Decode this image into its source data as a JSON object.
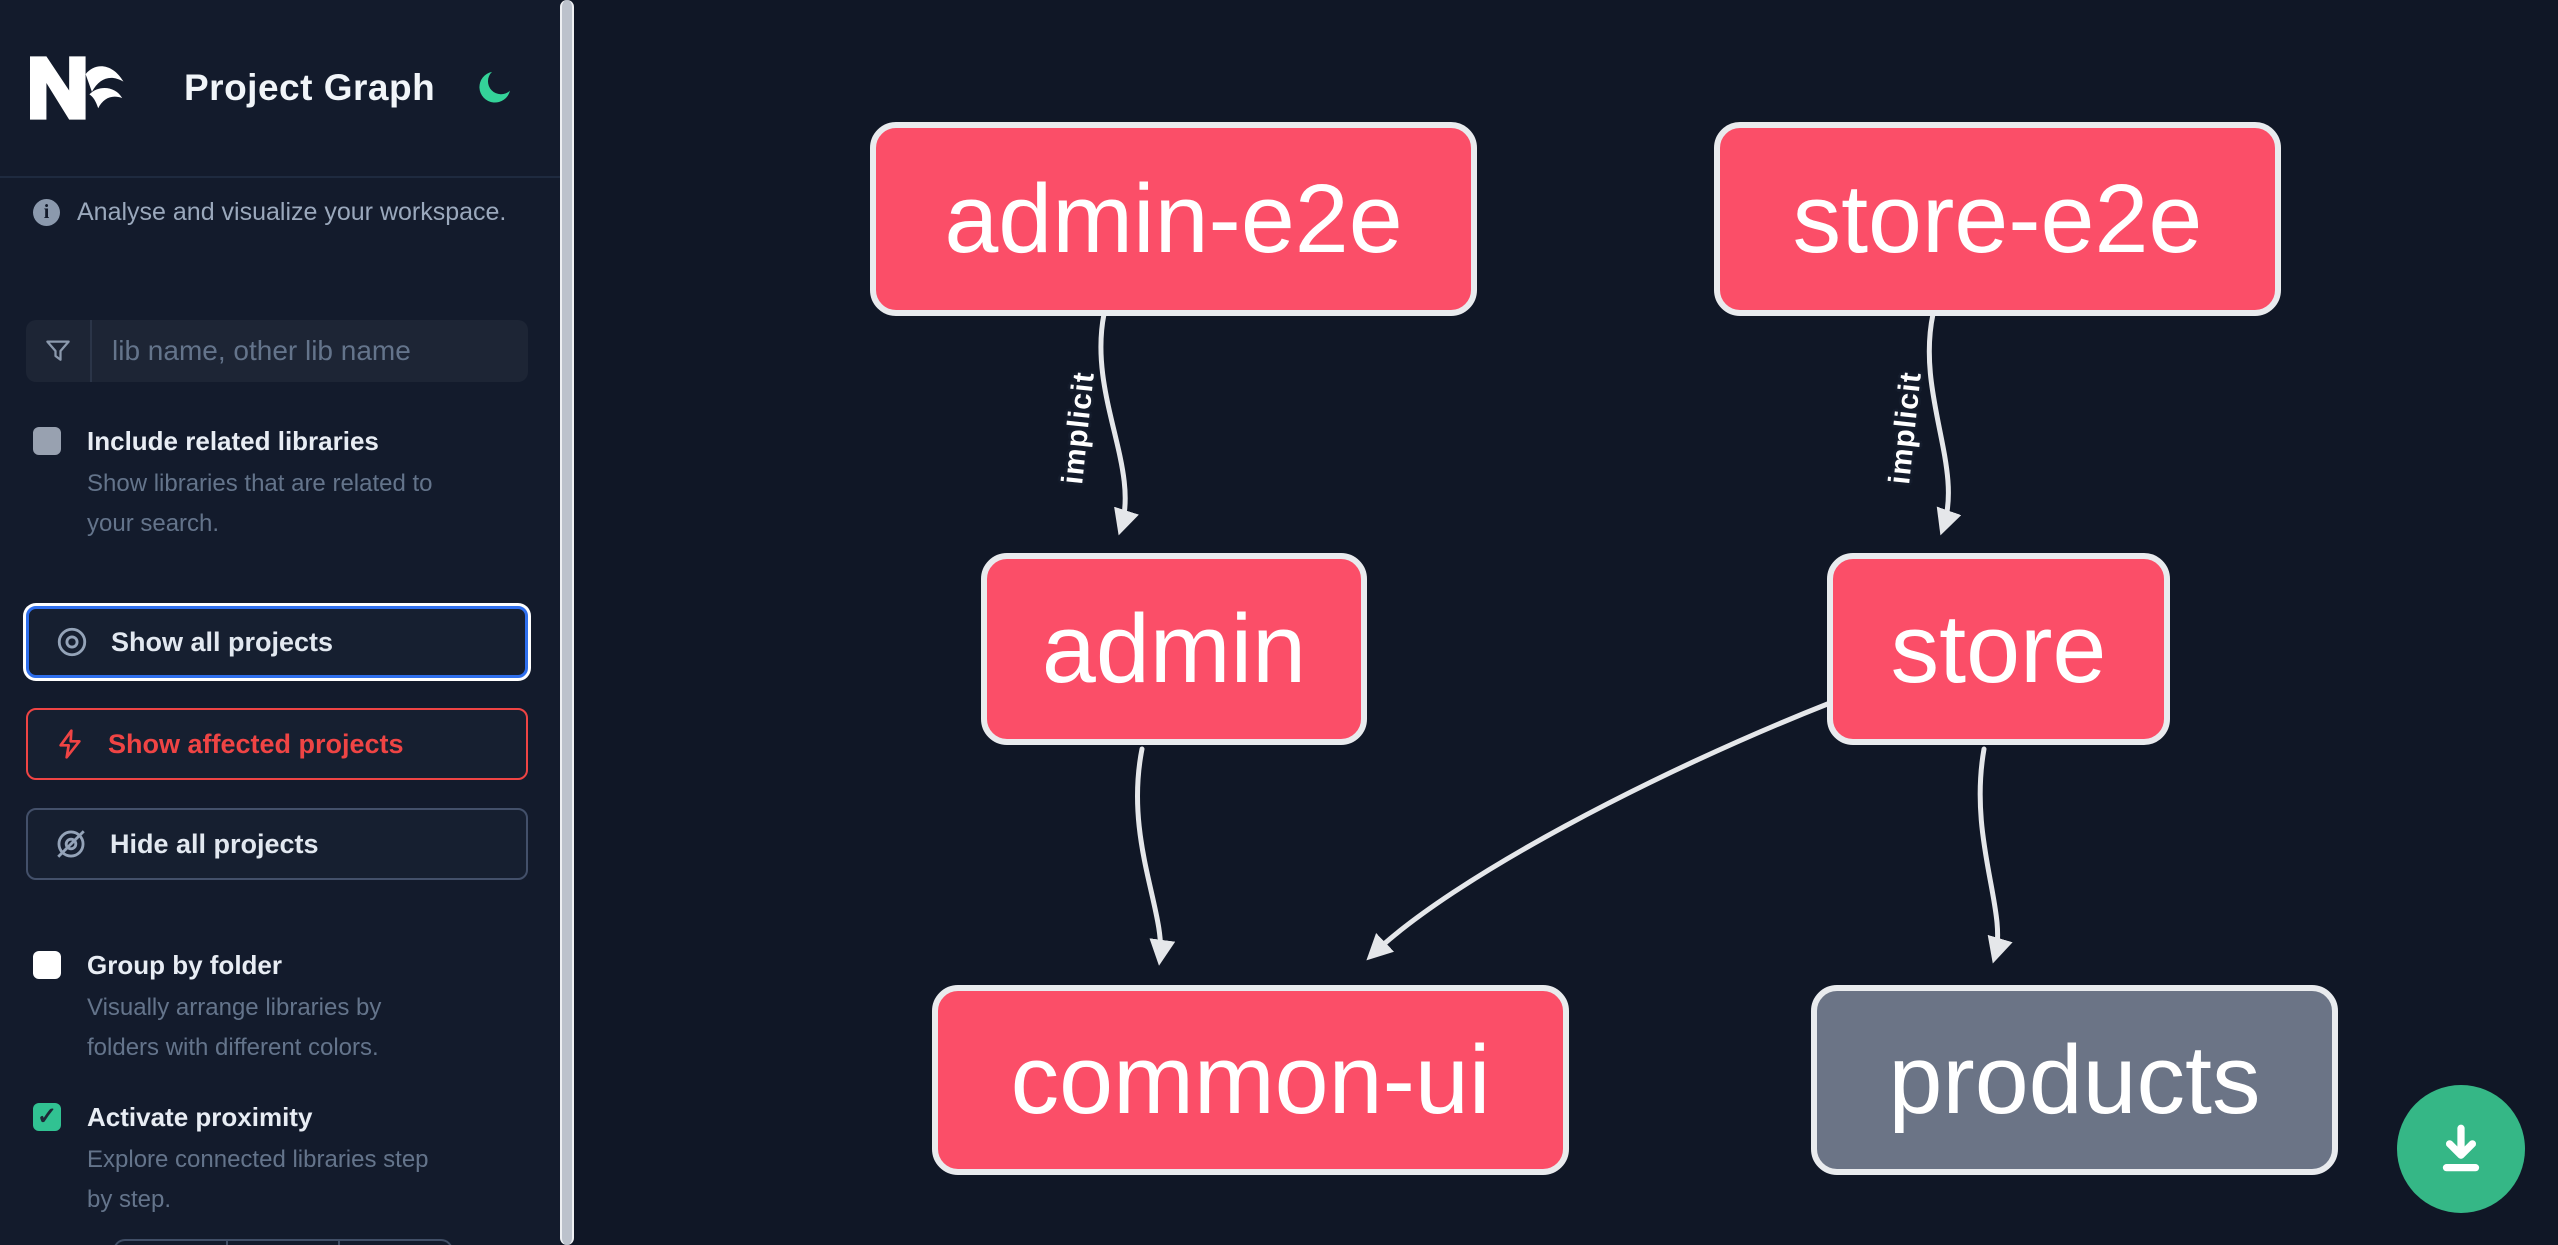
{
  "app": {
    "title": "Project Graph",
    "tagline": "Analyse and visualize your workspace.",
    "theme_toggle_icon": "moon-icon",
    "logo_icon": "nx-logo"
  },
  "colors": {
    "sidebar_bg": "#131b2c",
    "canvas_bg": "#101726",
    "node_affected": "#fb4e68",
    "node_default": "#6b7486",
    "node_border": "#e9ebee",
    "edge": "#e5e7ea",
    "focus_blue": "#2f6fed",
    "danger_red": "#ef4444",
    "accent_green": "#31c292",
    "fab_green": "#35b786"
  },
  "sidebar": {
    "search": {
      "icon": "filter-funnel-icon",
      "placeholder": "lib name, other lib name",
      "value": ""
    },
    "checkboxes": [
      {
        "label": "Include related libraries",
        "description": "Show libraries that are related to\nyour search.",
        "checked": false,
        "style": "gray"
      },
      {
        "label": "Group by folder",
        "description": "Visually arrange libraries by\nfolders with different colors.",
        "checked": false,
        "style": "white"
      },
      {
        "label": "Activate proximity",
        "description": "Explore connected libraries step\nby step.",
        "checked": true,
        "style": "green",
        "checkmark": "✓"
      }
    ],
    "buttons": [
      {
        "label": "Show all projects",
        "icon": "eye-icon",
        "state": "focused"
      },
      {
        "label": "Show affected projects",
        "icon": "lightning-bolt-icon",
        "state": "danger"
      },
      {
        "label": "Hide all projects",
        "icon": "eye-off-icon",
        "state": "default"
      }
    ]
  },
  "graph": {
    "nodes": [
      {
        "id": "admin-e2e",
        "label": "admin-e2e",
        "type": "affected"
      },
      {
        "id": "store-e2e",
        "label": "store-e2e",
        "type": "affected"
      },
      {
        "id": "admin",
        "label": "admin",
        "type": "affected"
      },
      {
        "id": "store",
        "label": "store",
        "type": "affected"
      },
      {
        "id": "common-ui",
        "label": "common-ui",
        "type": "affected"
      },
      {
        "id": "products",
        "label": "products",
        "type": "default"
      }
    ],
    "edges": [
      {
        "source": "admin-e2e",
        "target": "admin",
        "label": "implicit"
      },
      {
        "source": "store-e2e",
        "target": "store",
        "label": "implicit"
      },
      {
        "source": "admin",
        "target": "common-ui",
        "label": ""
      },
      {
        "source": "store",
        "target": "common-ui",
        "label": ""
      },
      {
        "source": "store",
        "target": "products",
        "label": ""
      }
    ]
  },
  "fab": {
    "icon": "download-icon"
  }
}
